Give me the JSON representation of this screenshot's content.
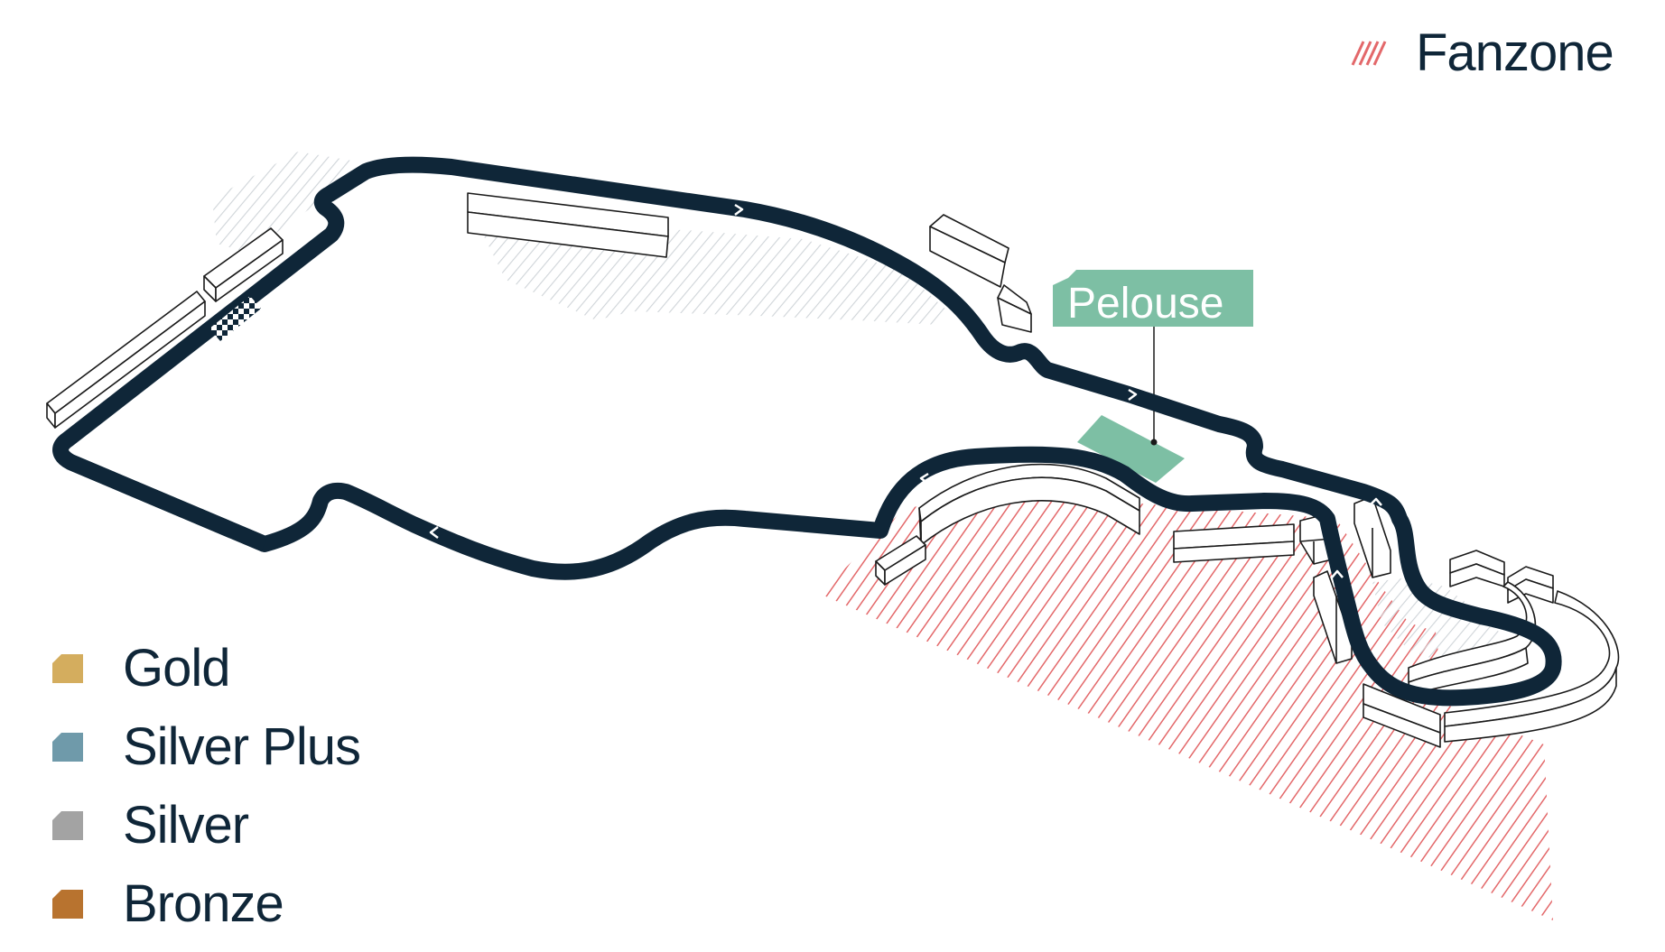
{
  "legend": {
    "items": [
      {
        "label": "Gold",
        "color": "#d4ad5e"
      },
      {
        "label": "Silver Plus",
        "color": "#6f9aaa"
      },
      {
        "label": "Silver",
        "color": "#a3a3a3"
      },
      {
        "label": "Bronze",
        "color": "#b8732f"
      }
    ],
    "fanzone": {
      "label": "Fanzone",
      "color": "#e3686a"
    }
  },
  "zones": {
    "pelouse": {
      "label": "Pelouse",
      "color": "#7dbfa4"
    }
  },
  "colors": {
    "track": "#0f2638",
    "text": "#0f2638",
    "stand_outline": "#1a1a1a",
    "hatch_grey": "#cfd4d8"
  }
}
